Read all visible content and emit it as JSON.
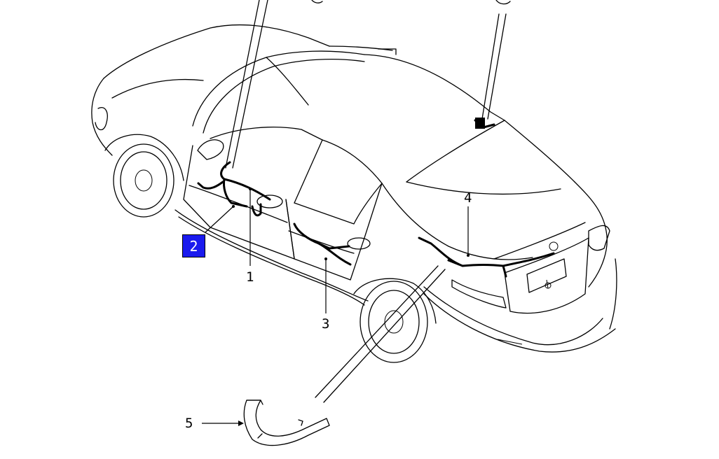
{
  "callouts": {
    "c1": "1",
    "c2": "2",
    "c3": "3",
    "c4": "4",
    "c5": "5"
  },
  "colors": {
    "highlight_box": "#1a1aee",
    "line": "#000000",
    "background": "#ffffff"
  }
}
